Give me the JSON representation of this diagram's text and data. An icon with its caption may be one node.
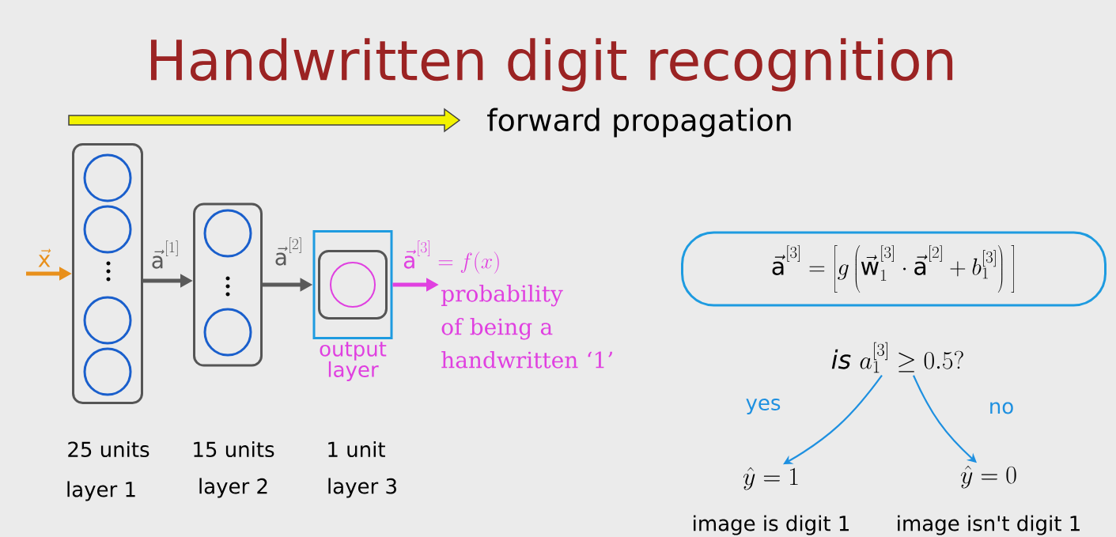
{
  "diagram": {
    "title": "Handwritten digit recognition",
    "nodes": [
      {
        "text": [],
        "shape": "box",
        "beside": [
          "25 units",
          "layer 1"
        ]
      },
      {
        "text": [],
        "shape": "circle",
        "in": 0
      },
      {
        "text": [],
        "shape": "circle",
        "in": 0
      },
      {
        "text": [],
        "shape": "circle",
        "in": 0
      },
      {
        "text": [],
        "shape": "circle",
        "in": 0
      },
      {
        "text": [],
        "shape": "box",
        "beside": [
          "15 units",
          "layer 2"
        ]
      },
      {
        "text": [],
        "shape": "circle",
        "in": 5
      },
      {
        "text": [],
        "shape": "circle",
        "in": 5
      },
      {
        "text": [
          "output layer"
        ],
        "beside": [
          "1 unit",
          "layer 3"
        ]
      },
      {
        "text": [],
        "shape": "box",
        "in": 8
      },
      {
        "text": [],
        "shape": "circle",
        "in": 9
      },
      {
        "text": [
          "\\vec{\\mathrm{a}}^{[3]} = f(x)",
          "probability of being a handwritten ‘1’"
        ]
      },
      {
        "text": [
          "\\vec{\\mathrm{a}}^{[3]} = \\left[g\\left(\\vec{\\mathrm{w}}_1^{[3]}\\cdot\\vec{\\mathrm{a}}^{[2]} + b_1^{[3]}\\right)\\;\\right]"
        ]
      },
      {
        "text": [
          "\\mathit{is}\\ a_1^{[3]} \\geq 0.5?"
        ]
      },
      {
        "text": [
          "\\hat{y} = 1"
        ],
        "beside": [
          "image is digit 1"
        ]
      },
      {
        "text": [
          "\\hat{y} = 0"
        ],
        "beside": [
          "image isn't digit 1"
        ]
      }
    ],
    "edges": [
      {
        "from": null,
        "to": 0,
        "arrow": "to",
        "label": "\\vec{\\mathrm{x}}",
        "color": "#e8901c"
      },
      {
        "from": 0,
        "to": 5,
        "arrow": "to",
        "label": "\\vec{\\mathrm{a}}^{[1]}",
        "color": "#5a5a5a"
      },
      {
        "from": 5,
        "to": 8,
        "arrow": "to",
        "label": "\\vec{\\mathrm{a}}^{[2]}",
        "color": "#5a5a5a"
      },
      {
        "from": 8,
        "to": 11,
        "arrow": "to",
        "color": "#e040e0"
      },
      {
        "from": 13,
        "to": 14,
        "arrow": "to",
        "label": "yes",
        "color": "#1e90e0"
      },
      {
        "from": 13,
        "to": 15,
        "arrow": "to",
        "label": "no",
        "color": "#1e90e0"
      }
    ],
    "labels": [
      "forward propagation"
    ]
  }
}
